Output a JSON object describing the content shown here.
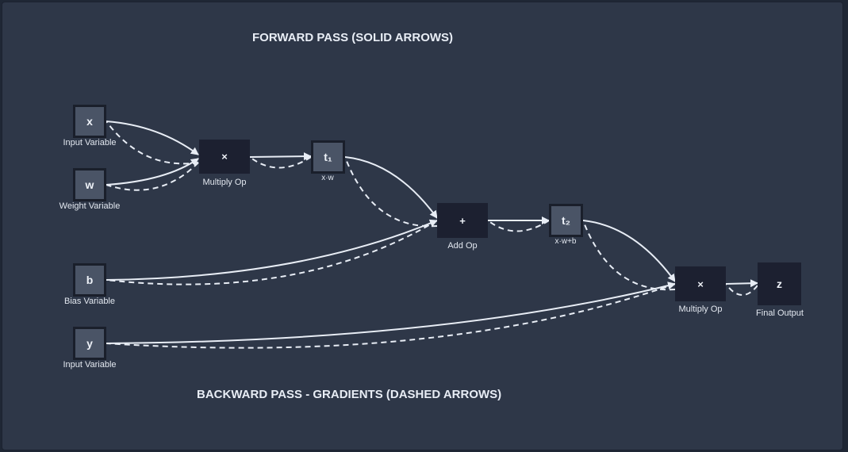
{
  "titles": {
    "forward": "FORWARD PASS (SOLID ARROWS)",
    "backward": "BACKWARD PASS - GRADIENTS (DASHED ARROWS)"
  },
  "colors": {
    "background": "#2e3748",
    "variable_fill": "#4a5466",
    "op_fill": "#1c2030",
    "arrow": "#e8edf5"
  },
  "nodes": {
    "x": {
      "text": "x",
      "label": "Input Variable"
    },
    "w": {
      "text": "w",
      "label": "Weight Variable"
    },
    "b": {
      "text": "b",
      "label": "Bias Variable"
    },
    "y": {
      "text": "y",
      "label": "Input Variable"
    },
    "mul1": {
      "text": "×",
      "label": "Multiply Op"
    },
    "t1": {
      "text": "t₁",
      "label": "x·w"
    },
    "add": {
      "text": "+",
      "label": "Add Op"
    },
    "t2": {
      "text": "t₂",
      "label": "x·w+b"
    },
    "mul2": {
      "text": "×",
      "label": "Multiply Op"
    },
    "z": {
      "text": "z",
      "label": "Final Output"
    }
  },
  "edges": [
    {
      "from": "x",
      "to": "mul1"
    },
    {
      "from": "w",
      "to": "mul1"
    },
    {
      "from": "mul1",
      "to": "t1"
    },
    {
      "from": "t1",
      "to": "add"
    },
    {
      "from": "b",
      "to": "add"
    },
    {
      "from": "add",
      "to": "t2"
    },
    {
      "from": "t2",
      "to": "mul2"
    },
    {
      "from": "y",
      "to": "mul2"
    },
    {
      "from": "mul2",
      "to": "z"
    }
  ]
}
